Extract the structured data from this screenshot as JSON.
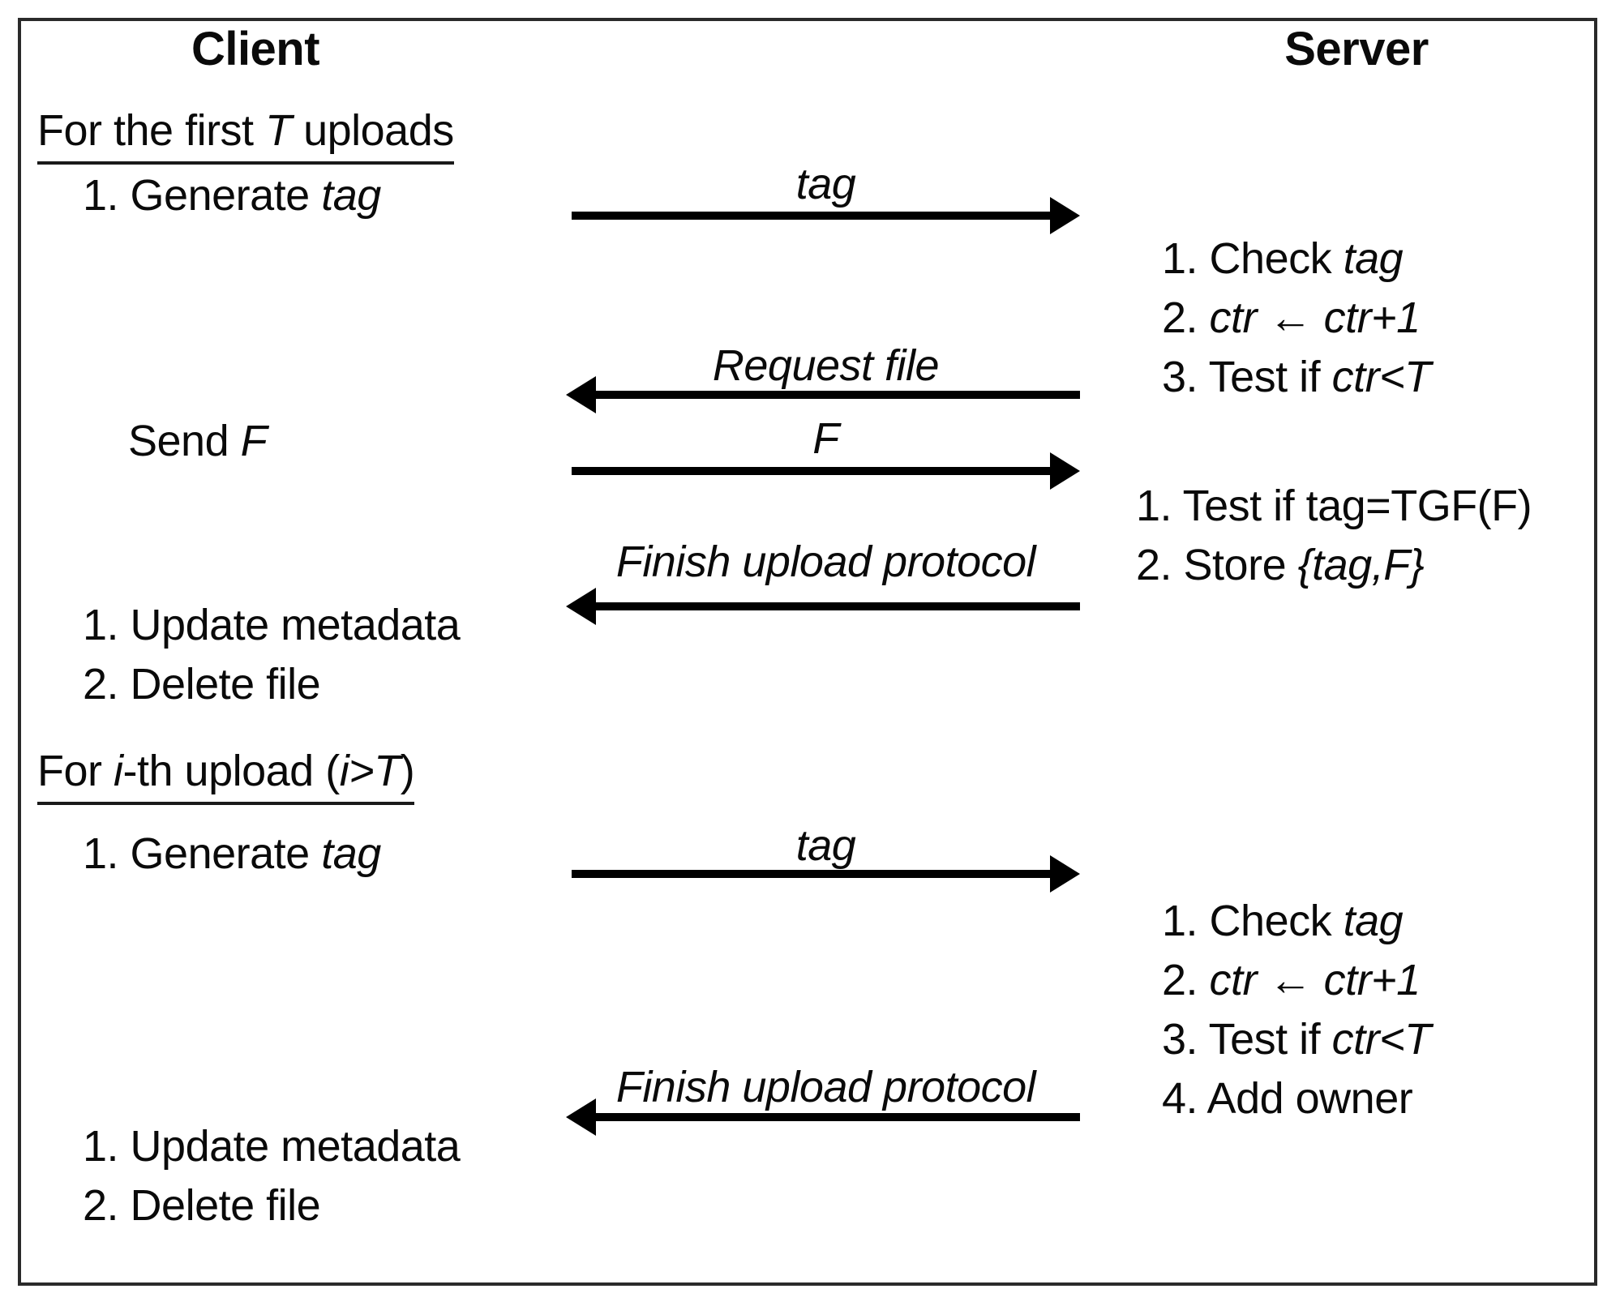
{
  "colors": {
    "background": "#ffffff",
    "text": "#0a0a0a",
    "border": "#2a2a2a",
    "arrow": "#000000"
  },
  "headers": {
    "client": "Client",
    "server": "Server"
  },
  "phase1": {
    "title": [
      {
        "t": "For the first ",
        "i": false
      },
      {
        "t": "T",
        "i": true
      },
      {
        "t": " uploads",
        "i": false
      }
    ],
    "client_step": [
      {
        "t": "1. Generate ",
        "i": false
      },
      {
        "t": "tag",
        "i": true
      }
    ],
    "send_f": [
      {
        "t": "Send ",
        "i": false
      },
      {
        "t": "F",
        "i": true
      }
    ],
    "messages": {
      "tag": {
        "direction": "right",
        "label": [
          {
            "t": "tag",
            "i": true
          }
        ]
      },
      "request_file": {
        "direction": "left",
        "label": [
          {
            "t": "Request file",
            "i": true
          }
        ]
      },
      "f": {
        "direction": "right",
        "label": [
          {
            "t": "F",
            "i": true
          }
        ]
      },
      "finish": {
        "direction": "left",
        "label": [
          {
            "t": "Finish upload protocol",
            "i": true
          }
        ]
      }
    },
    "server_steps_a": [
      [
        {
          "t": "1. Check ",
          "i": false
        },
        {
          "t": "tag",
          "i": true
        }
      ],
      [
        {
          "t": "2. ",
          "i": false
        },
        {
          "t": "ctr",
          "i": true
        },
        {
          "t": " ← ",
          "i": false
        },
        {
          "t": "ctr+1",
          "i": true
        }
      ],
      [
        {
          "t": "3. Test if ",
          "i": false
        },
        {
          "t": "ctr",
          "i": true
        },
        {
          "t": "<",
          "i": true
        },
        {
          "t": "T",
          "i": true
        }
      ]
    ],
    "server_steps_b": [
      [
        {
          "t": "1. Test if tag=TGF(F)",
          "i": false
        }
      ],
      [
        {
          "t": "2. Store ",
          "i": false
        },
        {
          "t": "{tag,F}",
          "i": true
        }
      ]
    ],
    "client_post": [
      [
        {
          "t": "1. Update metadata",
          "i": false
        }
      ],
      [
        {
          "t": "2. Delete file",
          "i": false
        }
      ]
    ]
  },
  "phase2": {
    "title": [
      {
        "t": "For ",
        "i": false
      },
      {
        "t": "i",
        "i": true
      },
      {
        "t": "-th upload (",
        "i": false
      },
      {
        "t": "i>T",
        "i": true
      },
      {
        "t": ")",
        "i": false
      }
    ],
    "client_step": [
      {
        "t": "1. Generate ",
        "i": false
      },
      {
        "t": "tag",
        "i": true
      }
    ],
    "messages": {
      "tag": {
        "direction": "right",
        "label": [
          {
            "t": "tag",
            "i": true
          }
        ]
      },
      "finish": {
        "direction": "left",
        "label": [
          {
            "t": "Finish upload protocol",
            "i": true
          }
        ]
      }
    },
    "server_steps": [
      [
        {
          "t": "1. Check ",
          "i": false
        },
        {
          "t": "tag",
          "i": true
        }
      ],
      [
        {
          "t": "2. ",
          "i": false
        },
        {
          "t": "ctr",
          "i": true
        },
        {
          "t": " ← ",
          "i": false
        },
        {
          "t": "ctr+1",
          "i": true
        }
      ],
      [
        {
          "t": "3. Test if ",
          "i": false
        },
        {
          "t": "ctr",
          "i": true
        },
        {
          "t": "<",
          "i": true
        },
        {
          "t": "T",
          "i": true
        }
      ],
      [
        {
          "t": "4. Add owner",
          "i": false
        }
      ]
    ],
    "client_post": [
      [
        {
          "t": "1. Update metadata",
          "i": false
        }
      ],
      [
        {
          "t": "2. Delete file",
          "i": false
        }
      ]
    ]
  }
}
